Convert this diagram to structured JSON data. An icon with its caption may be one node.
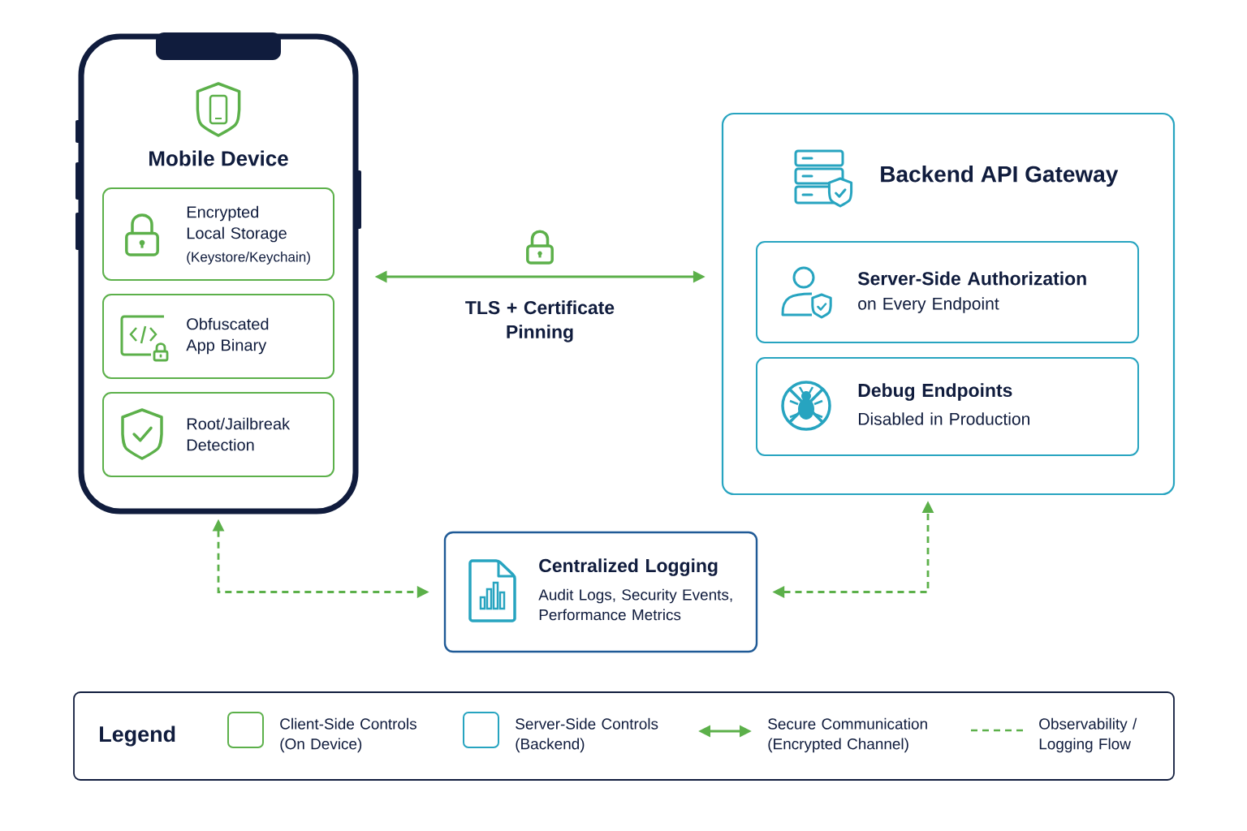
{
  "diagram": {
    "nodes": [
      {
        "text": [
          "Mobile Device"
        ]
      },
      {
        "text": [
          "Encrypted Local Storage",
          "(Keystore/Keychain)"
        ],
        "in": 0
      },
      {
        "text": [
          "Obfuscated App Binary"
        ],
        "in": 0
      },
      {
        "text": [
          "Root/Jailbreak Detection"
        ],
        "in": 0
      },
      {
        "text": [
          "Backend API Gateway"
        ]
      },
      {
        "text": [
          "Server-Side Authorization",
          "on Every Endpoint"
        ],
        "in": 4
      },
      {
        "text": [
          "Debug Endpoints",
          "Disabled in Production"
        ],
        "in": 4
      },
      {
        "text": [
          "Centralized Logging",
          "Audit Logs, Security Events, Performance Metrics"
        ]
      }
    ],
    "edges": [
      {
        "from": 0,
        "to": 4,
        "arrow": "both",
        "label": "TLS + Certificate Pinning"
      },
      {
        "from": 0,
        "to": 7,
        "arrow": "both",
        "style": "dashed"
      },
      {
        "from": 7,
        "to": 4,
        "arrow": "both",
        "style": "dashed"
      }
    ],
    "labels": [
      "Legend"
    ],
    "legend": [
      {
        "text": "Client-Side Controls (On Device)",
        "color": "#5cb04a"
      },
      {
        "text": "Server-Side Controls (Backend)",
        "color": "#27a4c0"
      },
      {
        "text": "Secure Communication (Encrypted Channel)"
      },
      {
        "text": "Observability / Logging Flow"
      }
    ]
  }
}
